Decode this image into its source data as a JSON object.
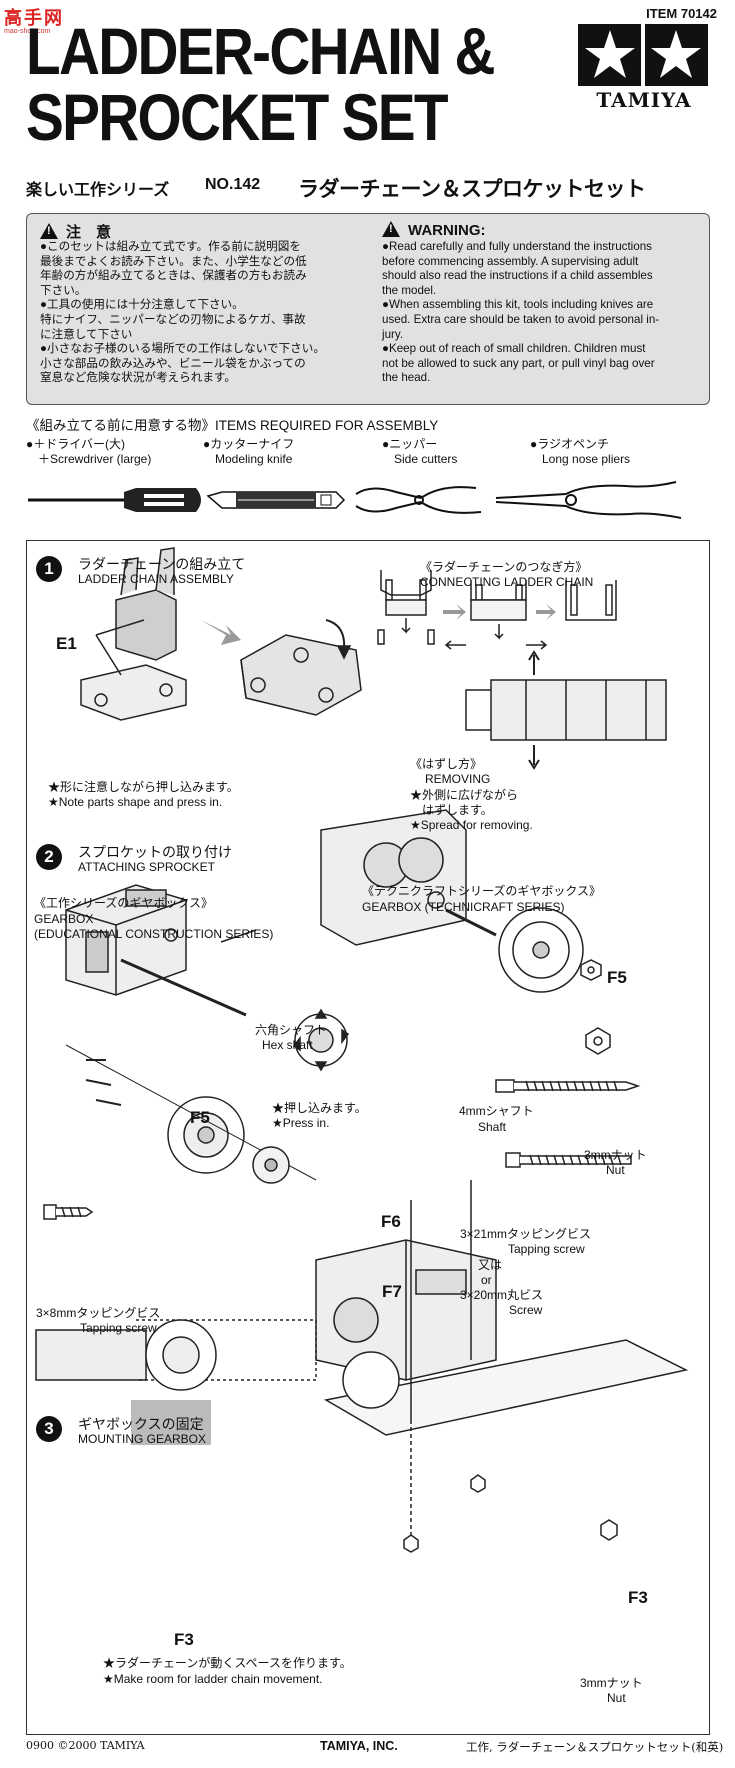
{
  "watermark": {
    "text": "高手网",
    "sub": "mao-shoo.com"
  },
  "item_code": "ITEM 70142",
  "title": {
    "line1": "LADDER-CHAIN &",
    "line2": "SPROCKET SET"
  },
  "brand": "TAMIYA",
  "series": {
    "jp": "楽しい工作シリーズ",
    "no": "NO.142",
    "product_jp": "ラダーチェーン＆スプロケットセット"
  },
  "warning": {
    "jp_head": "注　意",
    "jp_lines": [
      "●このセットは組み立て式です。作る前に説明図を",
      "最後までよくお読み下さい。また、小学生などの低",
      "年齢の方が組み立てるときは、保護者の方もお読み",
      "下さい。",
      "●工具の使用には十分注意して下さい。",
      "特にナイフ、ニッパーなどの刃物によるケガ、事故",
      "に注意して下さい",
      "●小さなお子様のいる場所での工作はしないで下さい。",
      "小さな部品の飲み込みや、ビニール袋をかぶっての",
      "窒息など危険な状況が考えられます。"
    ],
    "en_head": "WARNING:",
    "en_lines": [
      "●Read carefully and fully understand the instructions",
      "before commencing assembly. A supervising adult",
      "should also read the instructions if a child assembles",
      "the model.",
      "●When assembling this kit, tools including knives are",
      "used. Extra care should be taken to avoid personal in-",
      "jury.",
      "●Keep out of reach of small children. Children must",
      "not be allowed to suck any part, or pull vinyl bag over",
      "the head."
    ]
  },
  "required": {
    "title": "《組み立てる前に用意する物》ITEMS REQUIRED FOR ASSEMBLY",
    "tools": [
      {
        "jp": "●＋ドライバー(大)",
        "en": "＋Screwdriver (large)"
      },
      {
        "jp": "●カッターナイフ",
        "en": "Modeling knife"
      },
      {
        "jp": "●ニッパー",
        "en": "Side cutters"
      },
      {
        "jp": "●ラジオペンチ",
        "en": "Long nose pliers"
      }
    ]
  },
  "step1": {
    "num": "1",
    "jp": "ラダーチェーンの組み立て",
    "en": "LADDER CHAIN ASSEMBLY",
    "part": "E1",
    "note_jp": "★形に注意しながら押し込みます。",
    "note_en": "★Note parts shape and press in.",
    "connect_jp": "《ラダーチェーンのつなぎ方》",
    "connect_en": "CONNECTING LADDER CHAIN",
    "remove_jp": "《はずし方》",
    "remove_en": "REMOVING",
    "spread_jp1": "★外側に広げながら",
    "spread_jp2": "はずします。",
    "spread_en": "★Spread for removing."
  },
  "step2": {
    "num": "2",
    "jp": "スプロケットの取り付け",
    "en": "ATTACHING SPROCKET",
    "gb1_jp": "《工作シリーズのギヤボックス》",
    "gb1_en1": "GEARBOX",
    "gb1_en2": "(EDUCATIONAL CONSTRUCTION SERIES)",
    "gb2_jp": "《テクニクラフトシリーズのギヤボックス》",
    "gb2_en": "GEARBOX (TECHNICRAFT SERIES)",
    "hex_jp": "六角シャフト",
    "hex_en": "Hex shaft",
    "press_jp": "★押し込みます。",
    "press_en": "★Press in.",
    "f5": "F5",
    "f6": "F6",
    "f7": "F7",
    "shaft_jp": "4mmシャフト",
    "shaft_en": "Shaft",
    "nut_jp": "3mmナット",
    "nut_en": "Nut",
    "ts21_jp": "3×21mmタッピングビス",
    "ts21_en": "Tapping screw",
    "ts8_jp": "3×8mmタッピングビス",
    "ts8_en": "Tapping screw",
    "or_jp": "又は",
    "or_en": "or",
    "s20_jp": "3×20mm丸ビス",
    "s20_en": "Screw"
  },
  "step3": {
    "num": "3",
    "jp": "ギヤボックスの固定",
    "en": "MOUNTING GEARBOX",
    "f3a": "F3",
    "f3b": "F3",
    "note_jp": "★ラダーチェーンが動くスペースを作ります。",
    "note_en": "★Make room for ladder chain movement.",
    "nut_jp": "3mmナット",
    "nut_en": "Nut"
  },
  "footer": {
    "code": "0900 ©2000 TAMIYA",
    "company": "TAMIYA, INC.",
    "name": "工作, ラダーチェーン＆スプロケットセット(和英)"
  }
}
